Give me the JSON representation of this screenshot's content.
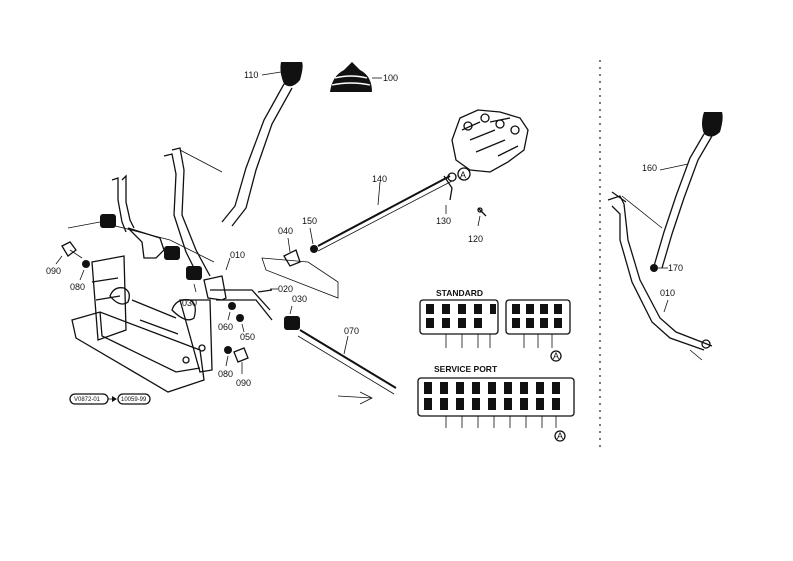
{
  "parts": {
    "p110": "110",
    "p100": "100",
    "p140": "140",
    "p150": "150",
    "p040": "040",
    "p130": "130",
    "p120": "120",
    "p010": "010",
    "p020": "020",
    "p030a": "030",
    "p030b": "030",
    "p090a": "090",
    "p090b": "090",
    "p080a": "080",
    "p080b": "080",
    "p060": "060",
    "p050": "050",
    "p070": "070",
    "p160": "160",
    "p170": "170",
    "p010b": "010"
  },
  "section_labels": {
    "standard": "STANDARD",
    "service_port": "SERVICE PORT"
  },
  "callouts": {
    "a1": "A",
    "a2": "A",
    "a3": "A"
  },
  "serial_range": {
    "from": "V0872-01",
    "to": "10059-99"
  }
}
